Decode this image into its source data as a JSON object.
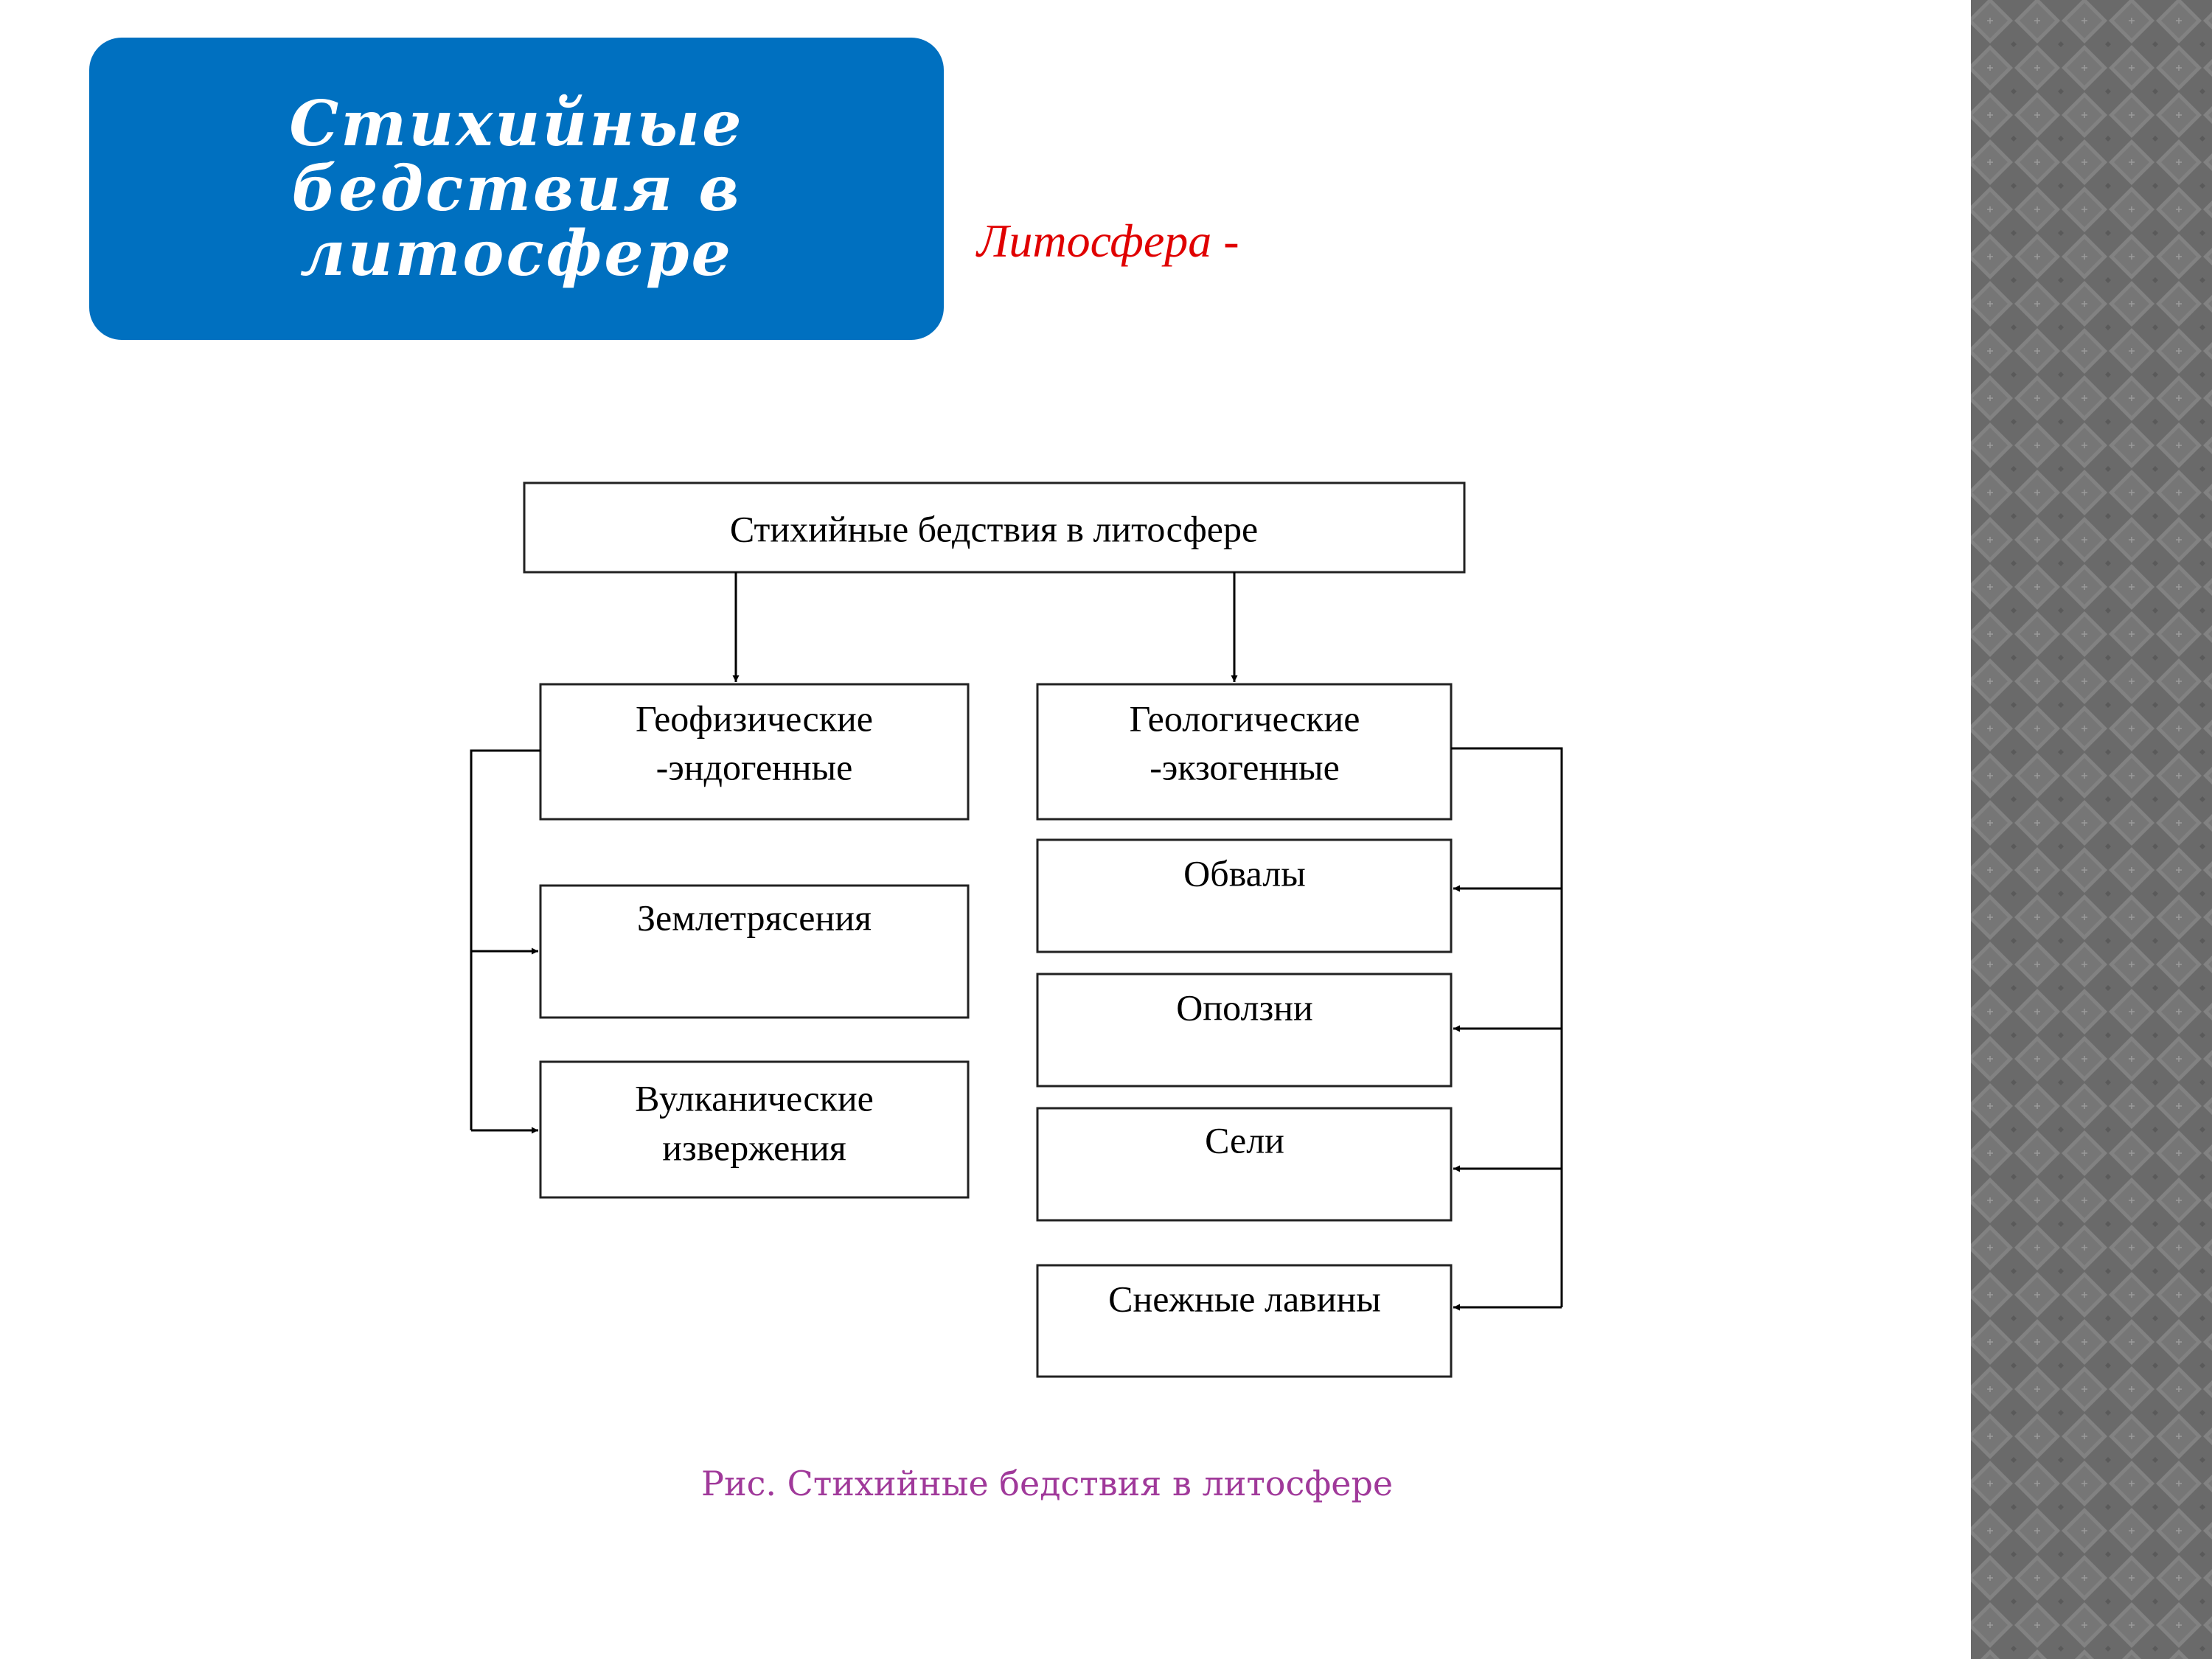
{
  "header": {
    "title": "Стихийные бедствия в литосфере",
    "subtitle": "Литосфера -"
  },
  "diagram": {
    "root": "Стихийные бедствия в литосфере",
    "left_branch": {
      "header_lines": [
        "Геофизические",
        "-эндогенные"
      ],
      "items": [
        [
          "Землетрясения"
        ],
        [
          "Вулканические",
          "извержения"
        ]
      ]
    },
    "right_branch": {
      "header_lines": [
        "Геологические",
        "-экзогенные"
      ],
      "items": [
        [
          "Обвалы"
        ],
        [
          "Оползни"
        ],
        [
          "Сели"
        ],
        [
          "Снежные лавины"
        ]
      ]
    }
  },
  "caption": "Рис. Стихийные бедствия в литосфере",
  "colors": {
    "title_card": "#0070c0",
    "subtitle": "#e00000",
    "caption": "#a0399a",
    "side_pattern": "#6f6f6f"
  }
}
